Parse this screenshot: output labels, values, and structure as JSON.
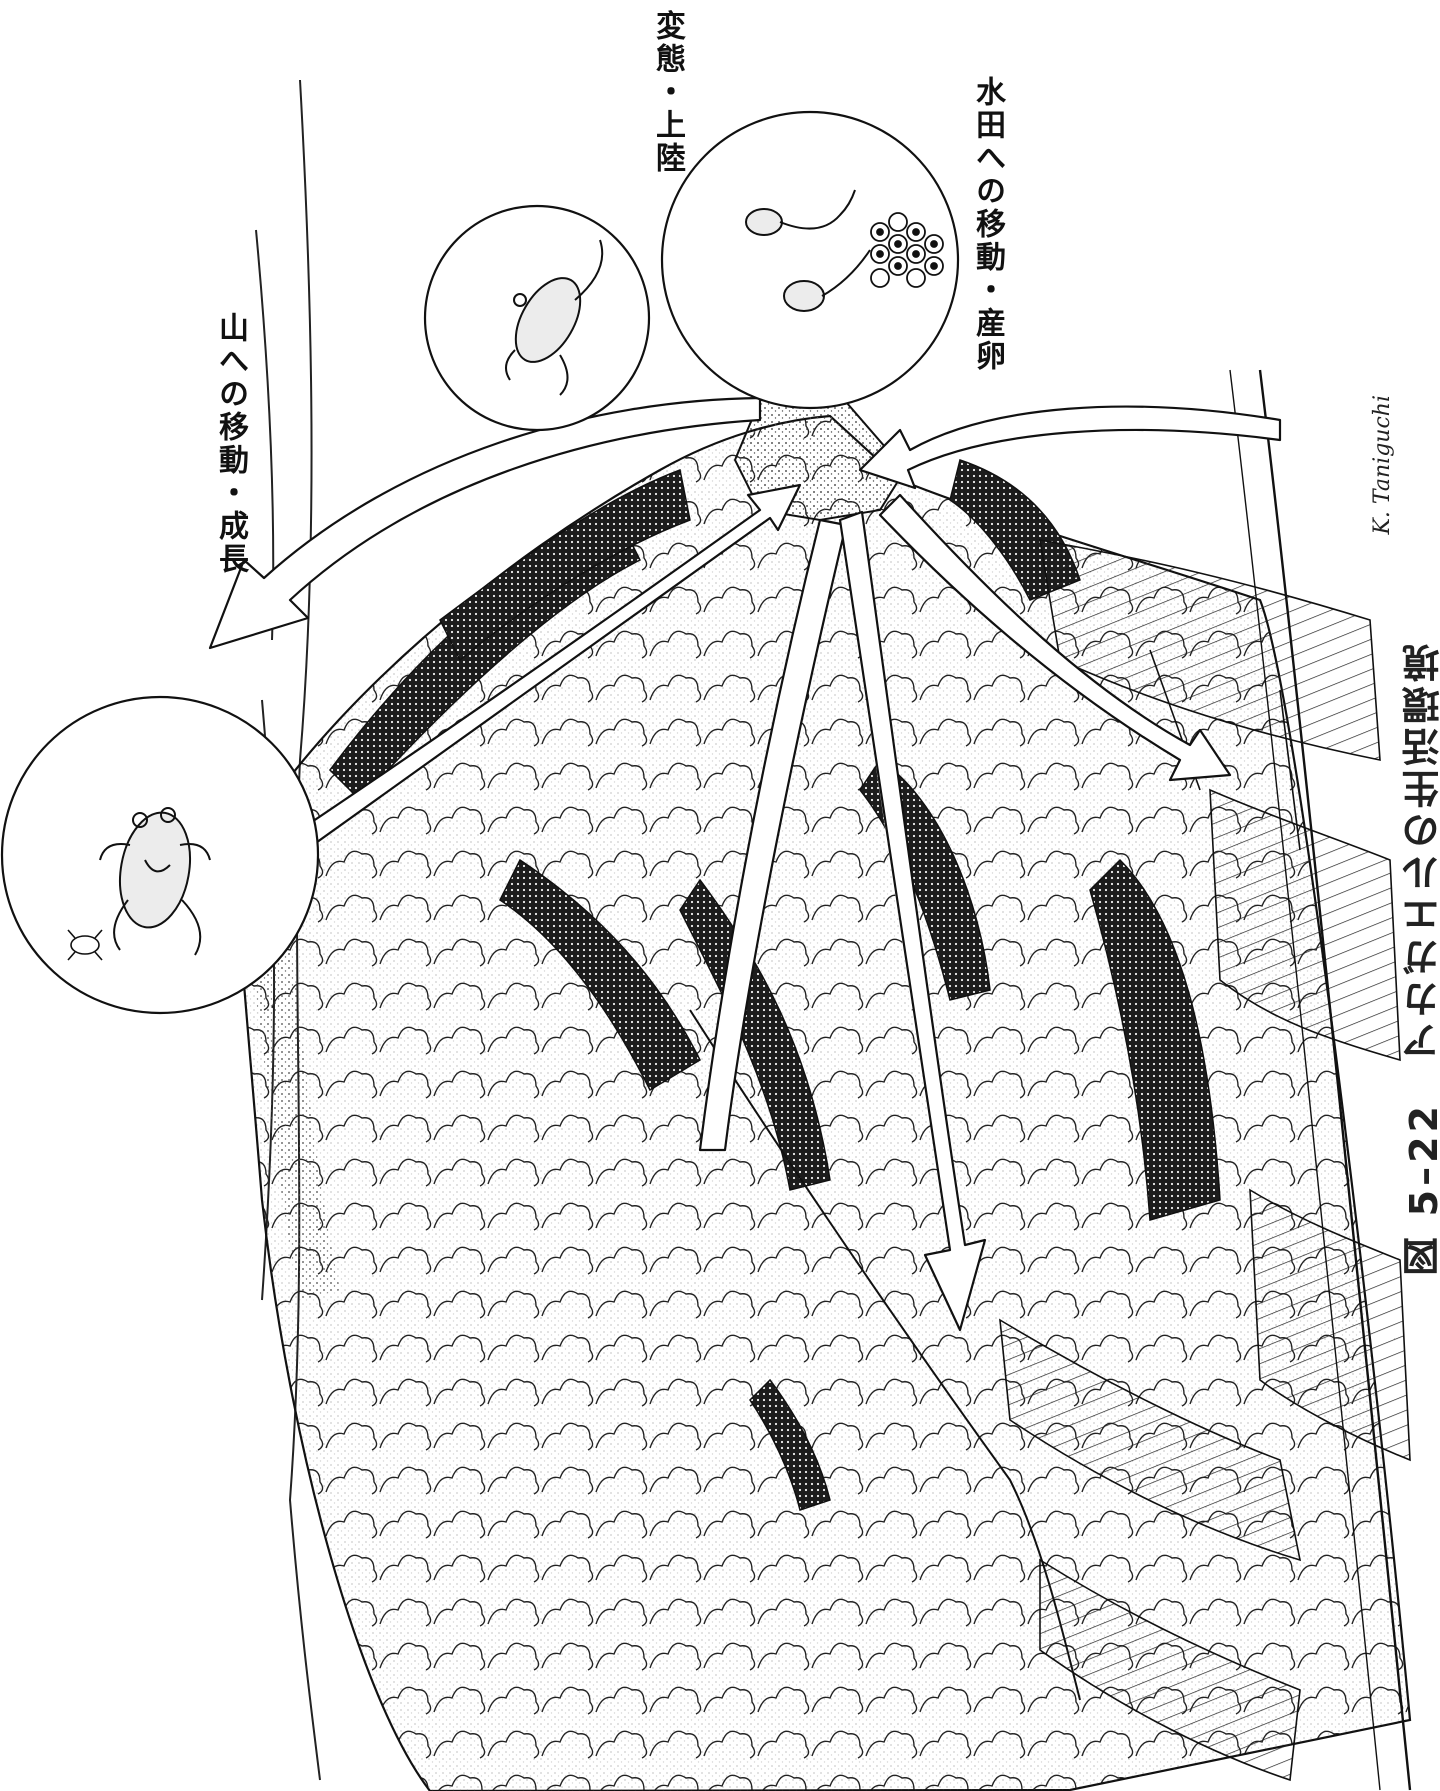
{
  "figure": {
    "caption": "図 5–22　アカガエルの生活環境",
    "signature": "K. Taniguchi"
  },
  "labels": {
    "to_mountain": "山への移動・成長",
    "metamorphosis": "変態・上陸",
    "to_paddy": "水田への移動・産卵"
  },
  "icons": {
    "adult_frog": "frog-icon",
    "froglet": "froglet-icon",
    "tadpole": "tadpole-icon",
    "eggs": "frog-eggs-icon"
  }
}
